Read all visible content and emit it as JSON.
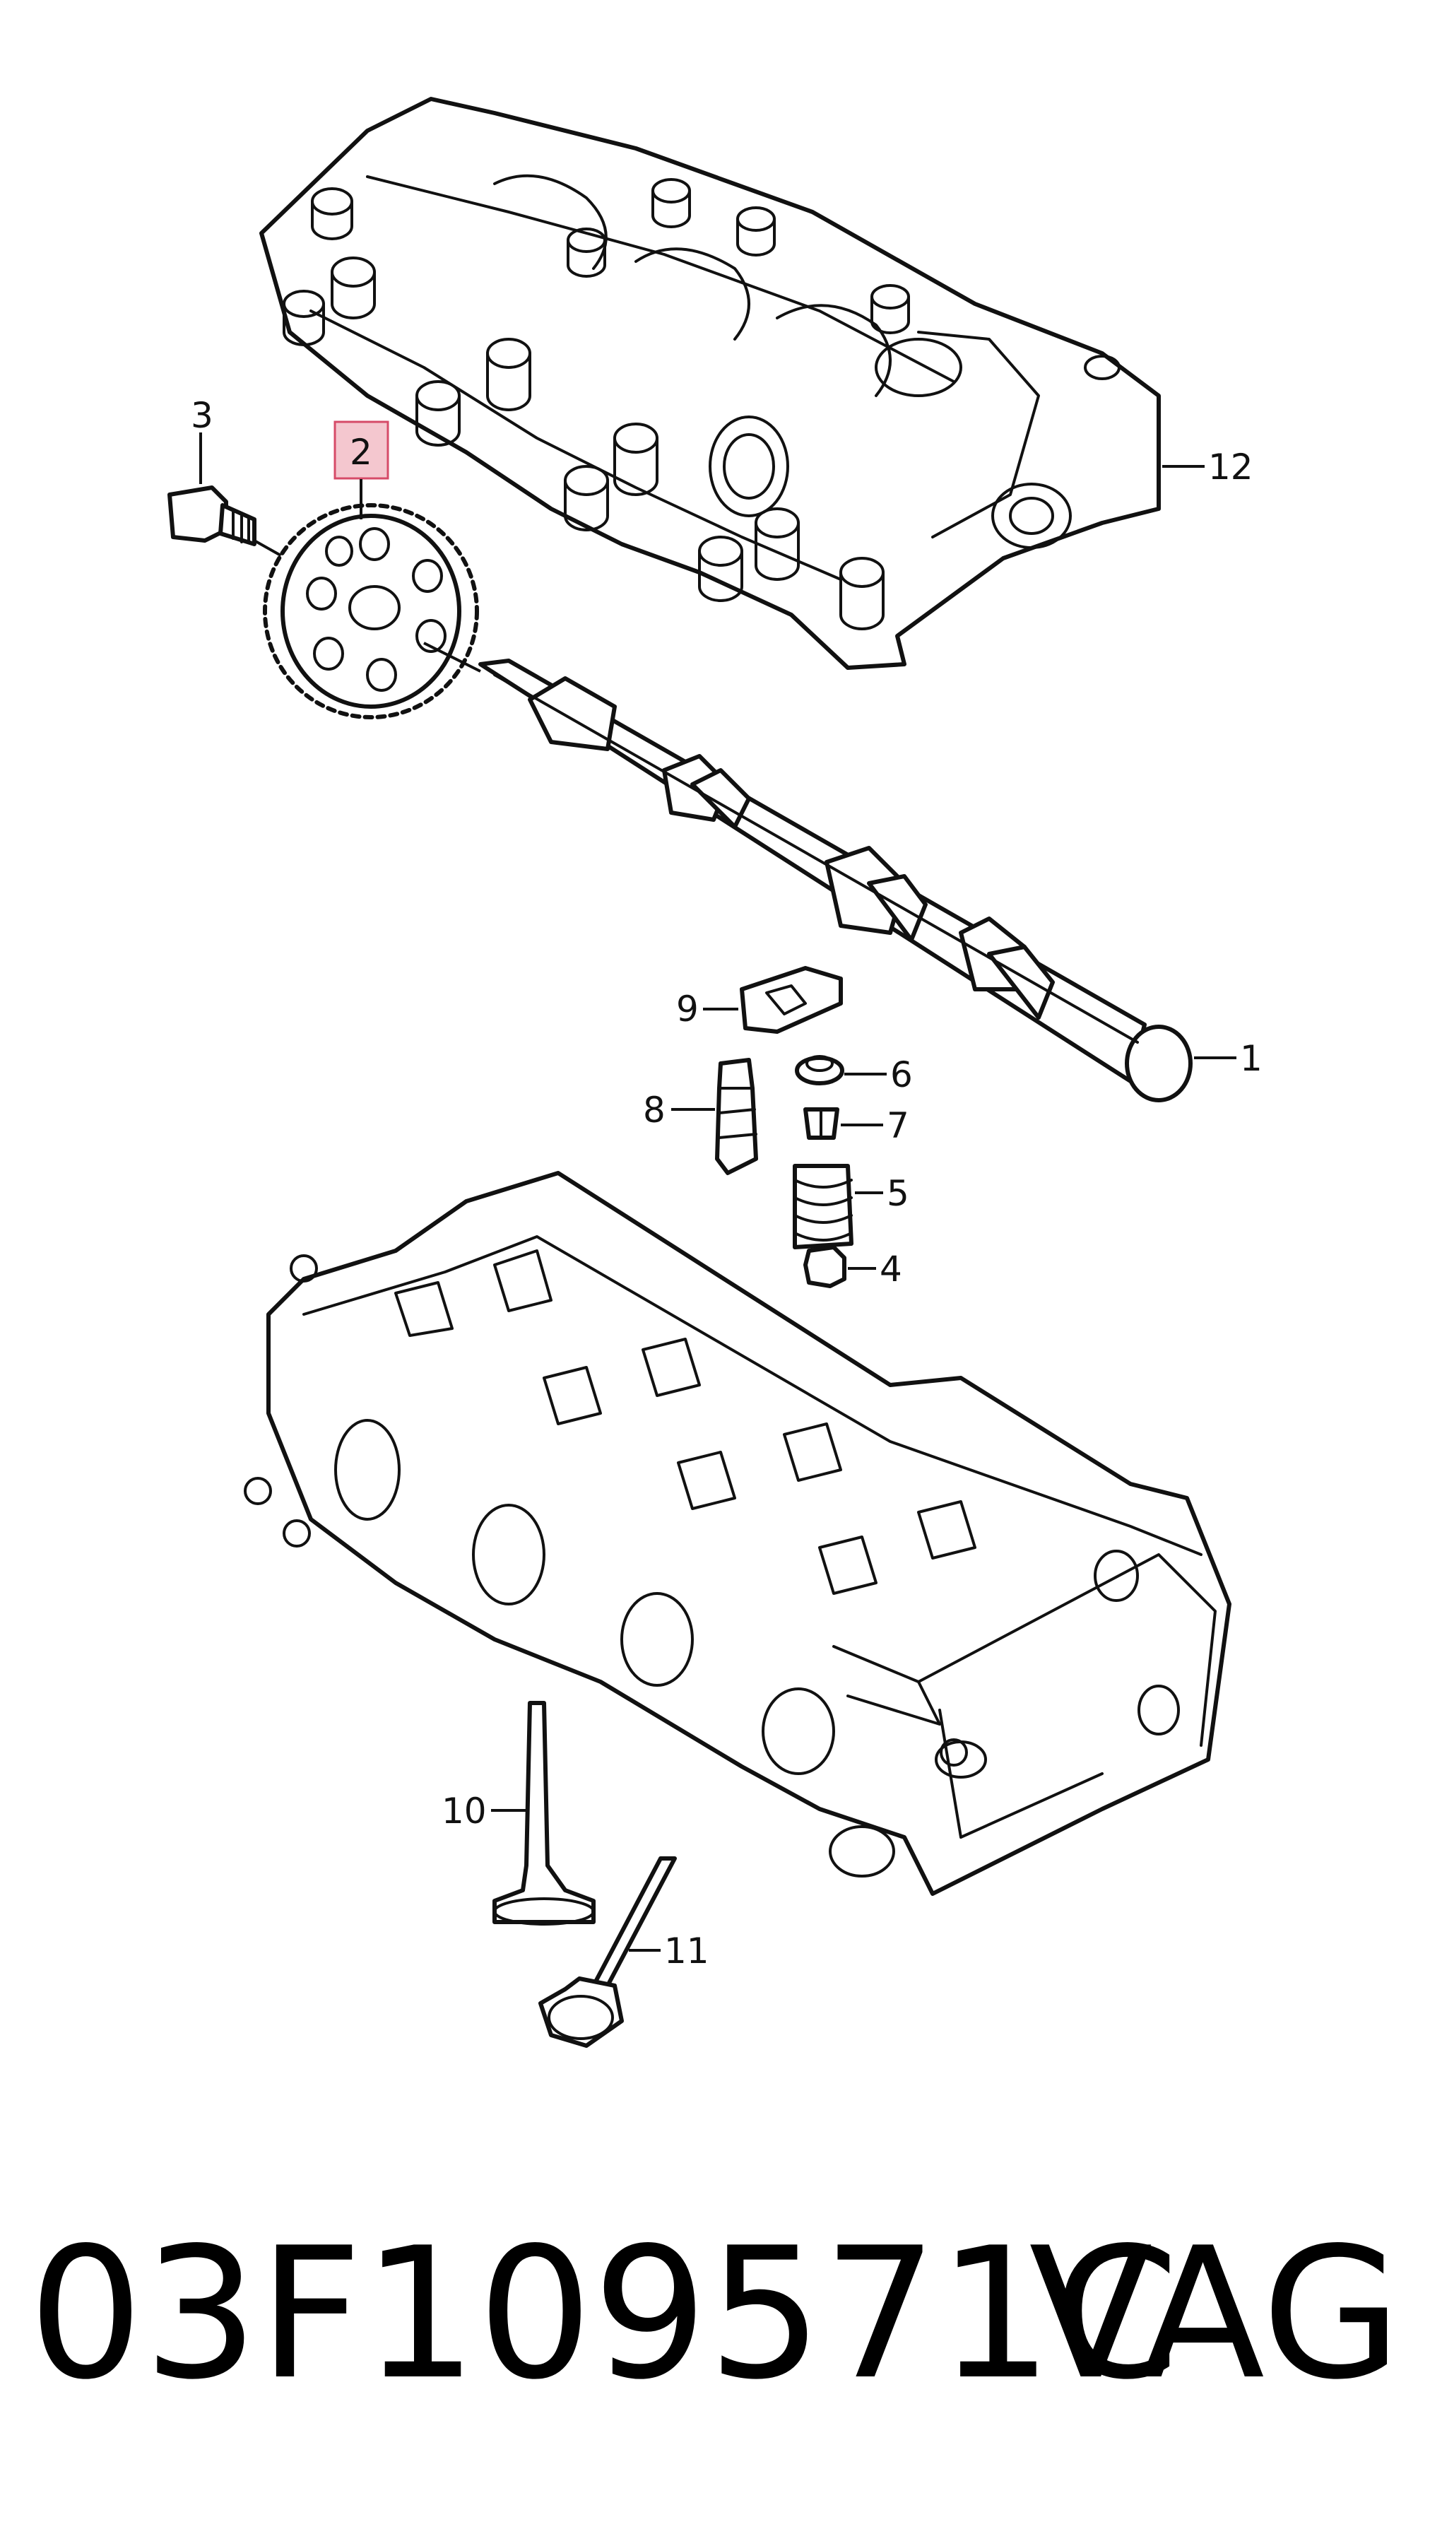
{
  "diagram": {
    "callouts": [
      {
        "id": "callout-1",
        "text": "1"
      },
      {
        "id": "callout-2",
        "text": "2",
        "highlighted": true,
        "highlight_color": "#f4c7cf",
        "highlight_border": "#d64b68"
      },
      {
        "id": "callout-3",
        "text": "3"
      },
      {
        "id": "callout-4",
        "text": "4"
      },
      {
        "id": "callout-5",
        "text": "5"
      },
      {
        "id": "callout-6",
        "text": "6"
      },
      {
        "id": "callout-7",
        "text": "7"
      },
      {
        "id": "callout-8",
        "text": "8"
      },
      {
        "id": "callout-9",
        "text": "9"
      },
      {
        "id": "callout-10",
        "text": "10"
      },
      {
        "id": "callout-11",
        "text": "11"
      },
      {
        "id": "callout-12",
        "text": "12"
      }
    ],
    "line_color": "#111111"
  },
  "footer": {
    "part_number": "03F109571C",
    "brand": "VAG"
  }
}
